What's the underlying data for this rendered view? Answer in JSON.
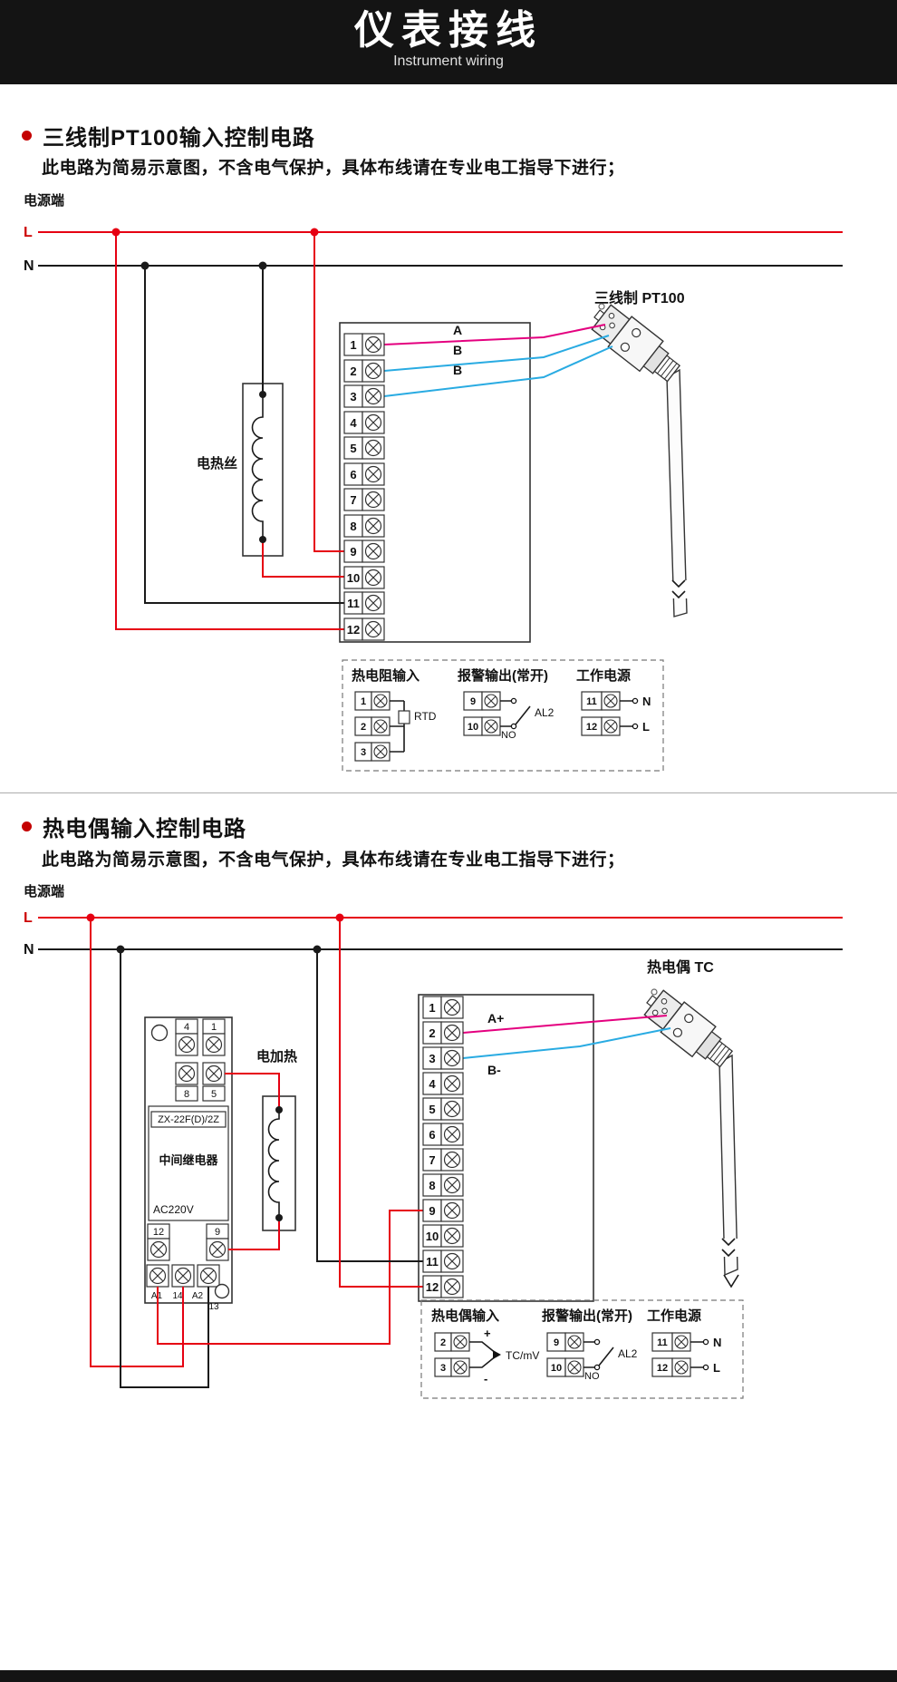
{
  "colors": {
    "wire_red": "#e60012",
    "wire_blue": "#29abe2",
    "wire_magenta": "#e4007f",
    "wire_black": "#1a1a1a",
    "header_bg": "#141414",
    "bullet_red": "#c40000"
  },
  "header": {
    "title": "仪表接线",
    "subtitle": "Instrument wiring"
  },
  "s1": {
    "heading": "三线制PT100输入控制电路",
    "note": "此电路为简易示意图，不含电气保护，具体布线请在专业电工指导下进行；",
    "power": "电源端",
    "L": "L",
    "N": "N",
    "sensor": "三线制 PT100",
    "heater": "电热丝",
    "wA": "A",
    "wB1": "B",
    "wB2": "B",
    "t": [
      "1",
      "2",
      "3",
      "4",
      "5",
      "6",
      "7",
      "8",
      "9",
      "10",
      "11",
      "12"
    ],
    "legend": {
      "c1": "热电阻输入",
      "c1t": [
        "1",
        "2",
        "3"
      ],
      "c1l": "RTD",
      "c2": "报警输出(常开)",
      "c2t": [
        "9",
        "10"
      ],
      "no": "NO",
      "al": "AL2",
      "c3": "工作电源",
      "c3t": [
        "11",
        "12"
      ],
      "n": "N",
      "l": "L"
    }
  },
  "s2": {
    "heading": "热电偶输入控制电路",
    "note": "此电路为简易示意图，不含电气保护，具体布线请在专业电工指导下进行；",
    "power": "电源端",
    "L": "L",
    "N": "N",
    "sensor": "热电偶 TC",
    "heater": "电加热",
    "wA": "A+",
    "wB": "B-",
    "relay": {
      "model": "ZX-22F(D)/2Z",
      "name": "中间继电器",
      "volt": "AC220V",
      "n4": "4",
      "n1": "1",
      "n8": "8",
      "n5": "5",
      "n12": "12",
      "n9": "9",
      "b": [
        "A1",
        "14",
        "A2",
        "13"
      ]
    },
    "t": [
      "1",
      "2",
      "3",
      "4",
      "5",
      "6",
      "7",
      "8",
      "9",
      "10",
      "11",
      "12"
    ],
    "legend": {
      "c1": "热电偶输入",
      "c1t": [
        "2",
        "3"
      ],
      "c1l": "TC/mV",
      "plus": "+",
      "minus": "-",
      "c2": "报警输出(常开)",
      "c2t": [
        "9",
        "10"
      ],
      "no": "NO",
      "al": "AL2",
      "c3": "工作电源",
      "c3t": [
        "11",
        "12"
      ],
      "n": "N",
      "l": "L"
    }
  }
}
